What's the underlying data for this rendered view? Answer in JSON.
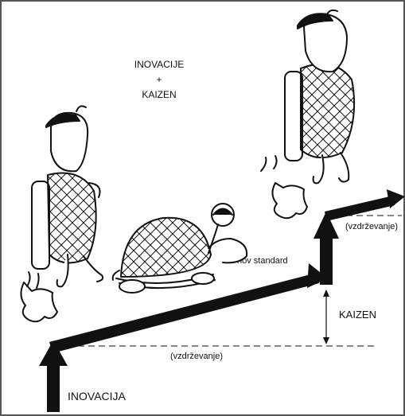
{
  "title_lines": [
    "INOVACIJE",
    "+",
    "KAIZEN"
  ],
  "labels": {
    "maintenance_lower": "(vzdrževanje)",
    "maintenance_upper": "(vzdrževanje)",
    "kaizen": "KAIZEN",
    "new_standard": "nov standard",
    "innovation": "INOVACIJA"
  },
  "colors": {
    "ink": "#111111",
    "frame": "#555555",
    "shell_fill": "#f2f2f2"
  }
}
